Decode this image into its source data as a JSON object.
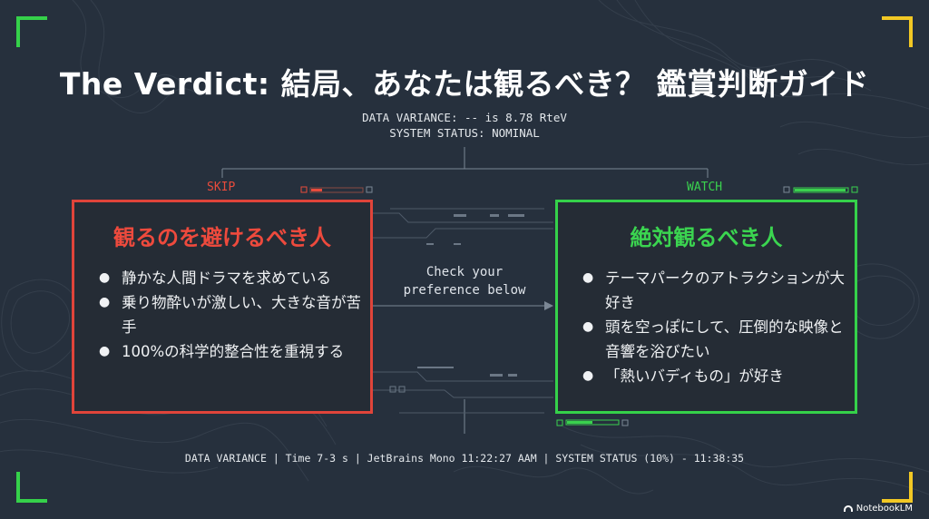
{
  "title": "The Verdict: 結局、あなたは観るべき？ 鑑賞判断ガイド",
  "status": {
    "line1": "DATA VARIANCE: -- is 8.78 RteV",
    "line2": "SYSTEM STATUS: NOMINAL"
  },
  "skip": {
    "tag": "SKIP",
    "heading": "観るのを避けるべき人",
    "items": [
      "静かな人間ドラマを求めている",
      "乗り物酔いが激しい、大きな音が苦手",
      "100%の科学的整合性を重視する"
    ]
  },
  "watch": {
    "tag": "WATCH",
    "heading": "絶対観るべき人",
    "items": [
      "テーマパークのアトラクションが大好き",
      "頭を空っぽにして、圧倒的な映像と音響を浴びたい",
      "「熱いバディもの」が好き"
    ]
  },
  "center": {
    "line1": "Check your",
    "line2": "preference below"
  },
  "footer": "DATA VARIANCE | Time 7-3 s | JetBrains Mono 11:22:27 AAM | SYSTEM STATUS (10%) - 11:38:35",
  "brand": "NotebookLM",
  "bullet": "●",
  "colors": {
    "background": "#26303d",
    "skip": "#e0443a",
    "watch": "#35d14a",
    "corner_top_right": "#f2c824"
  }
}
